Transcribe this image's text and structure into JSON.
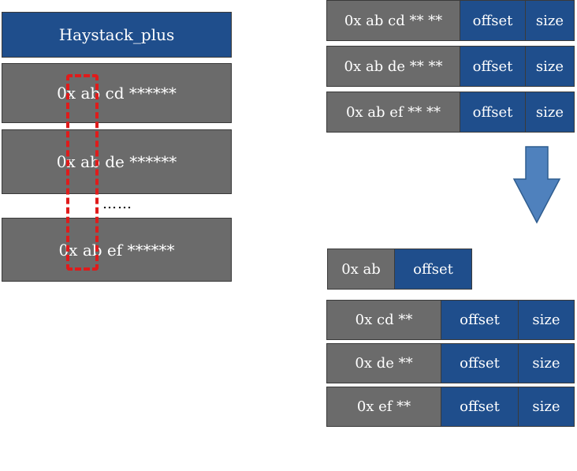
{
  "left": {
    "title": "Haystack_plus",
    "rows": [
      {
        "prefix": "0x",
        "mid": "ab",
        "suffix": "cd ******"
      },
      {
        "prefix": "0x",
        "mid": "ab",
        "suffix": "de ******"
      },
      {
        "prefix": "0x",
        "mid": "ab",
        "suffix": "ef ******"
      }
    ],
    "ellipsis": "……"
  },
  "top_right": {
    "rows": [
      {
        "key": "0x ab cd ** **",
        "offset": "offset",
        "size": "size"
      },
      {
        "key": "0x ab de ** **",
        "offset": "offset",
        "size": "size"
      },
      {
        "key": "0x ab ef ** **",
        "offset": "offset",
        "size": "size"
      }
    ]
  },
  "bottom_right": {
    "header": {
      "key": "0x ab",
      "offset": "offset"
    },
    "rows": [
      {
        "key": "0x cd **",
        "offset": "offset",
        "size": "size"
      },
      {
        "key": "0x de **",
        "offset": "offset",
        "size": "size"
      },
      {
        "key": "0x ef **",
        "offset": "offset",
        "size": "size"
      }
    ]
  },
  "colors": {
    "gray": "#6b6b6b",
    "blue": "#1f4e8c",
    "arrow": "#4f81bd",
    "dash": "#e01b1b"
  }
}
